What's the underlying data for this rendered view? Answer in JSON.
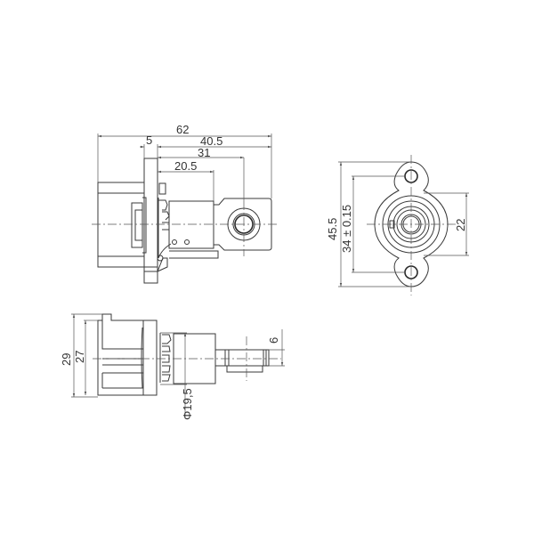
{
  "drawing": {
    "line_color": "#3a3a3a",
    "background": "#ffffff",
    "views": {
      "side_view": {
        "dimensions": {
          "overall_length": "62",
          "flange_thickness": "5",
          "flange_to_end": "40.5",
          "flange_to_hole_center": "31",
          "body_length": "20.5"
        }
      },
      "front_view": {
        "dimensions": {
          "overall_height": "45.5",
          "hole_spacing": "34 ± 0.15",
          "body_height": "22"
        }
      },
      "top_view": {
        "dimensions": {
          "overall_width": "29",
          "body_width": "27",
          "body_diameter": "Φ19,5",
          "terminal_thickness": "6"
        }
      }
    }
  }
}
